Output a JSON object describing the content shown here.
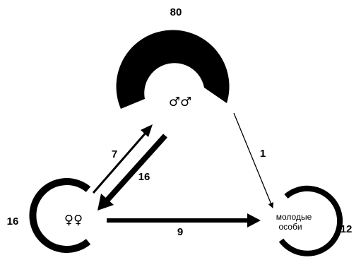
{
  "nodes": {
    "males": {
      "count": "80",
      "symbol": "♂♂"
    },
    "females": {
      "count": "16",
      "symbol": "♀♀"
    },
    "juveniles": {
      "count": "12",
      "label_line1": "молодые",
      "label_line2": "особи"
    }
  },
  "flows": {
    "females_to_males": "7",
    "males_to_females": "16",
    "males_to_juveniles": "1",
    "females_to_juveniles": "9"
  },
  "colors": {
    "ink": "#000000",
    "background": "#ffffff"
  }
}
